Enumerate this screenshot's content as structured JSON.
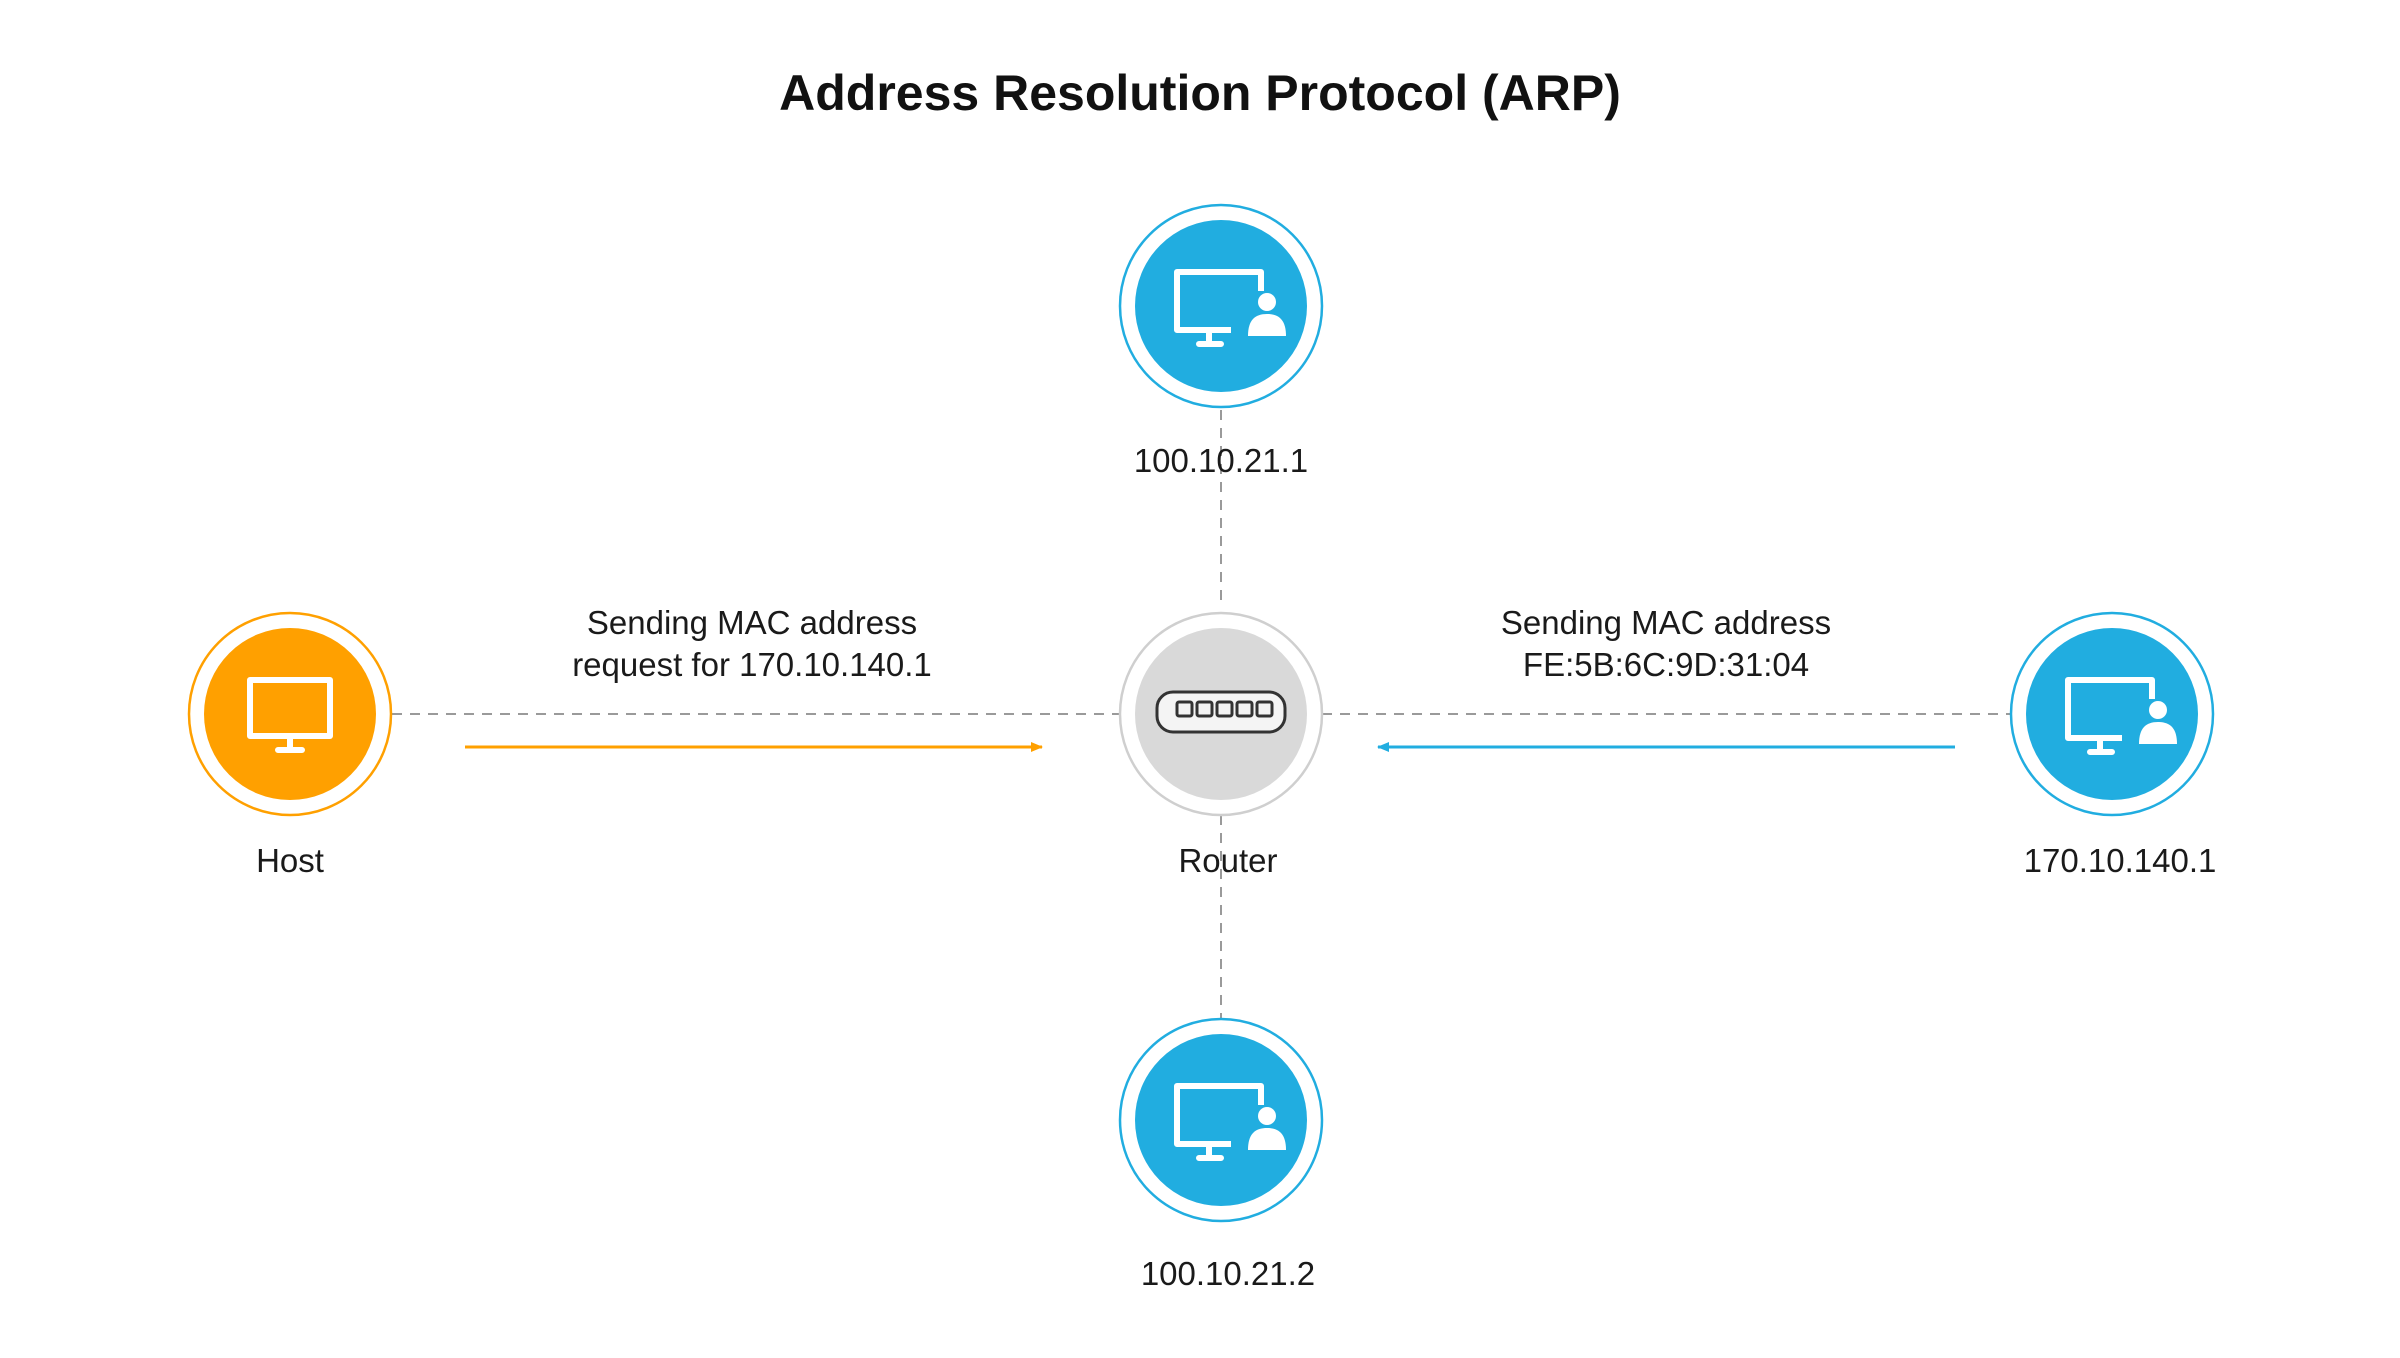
{
  "title": "Address Resolution Protocol (ARP)",
  "colors": {
    "host": "#ffa000",
    "device": "#21ade0",
    "router_fill": "#d9d9d9",
    "router_ring": "#cfcfcf",
    "connector": "#9a9a9a",
    "request_arrow": "#ffa000",
    "reply_arrow": "#21ade0"
  },
  "nodes": {
    "top": {
      "label": "100.10.21.1",
      "icon": "monitor-user-icon"
    },
    "host": {
      "label": "Host",
      "icon": "monitor-icon"
    },
    "router": {
      "label": "Router",
      "icon": "network-switch-icon"
    },
    "target": {
      "label": "170.10.140.1",
      "icon": "monitor-user-icon"
    },
    "bottom": {
      "label": "100.10.21.2",
      "icon": "monitor-user-icon"
    }
  },
  "messages": {
    "request": {
      "line1": "Sending MAC address",
      "line2": "request for 170.10.140.1",
      "direction": "host-to-router"
    },
    "reply": {
      "line1": "Sending MAC address",
      "line2": "FE:5B:6C:9D:31:04",
      "direction": "target-to-router"
    }
  }
}
